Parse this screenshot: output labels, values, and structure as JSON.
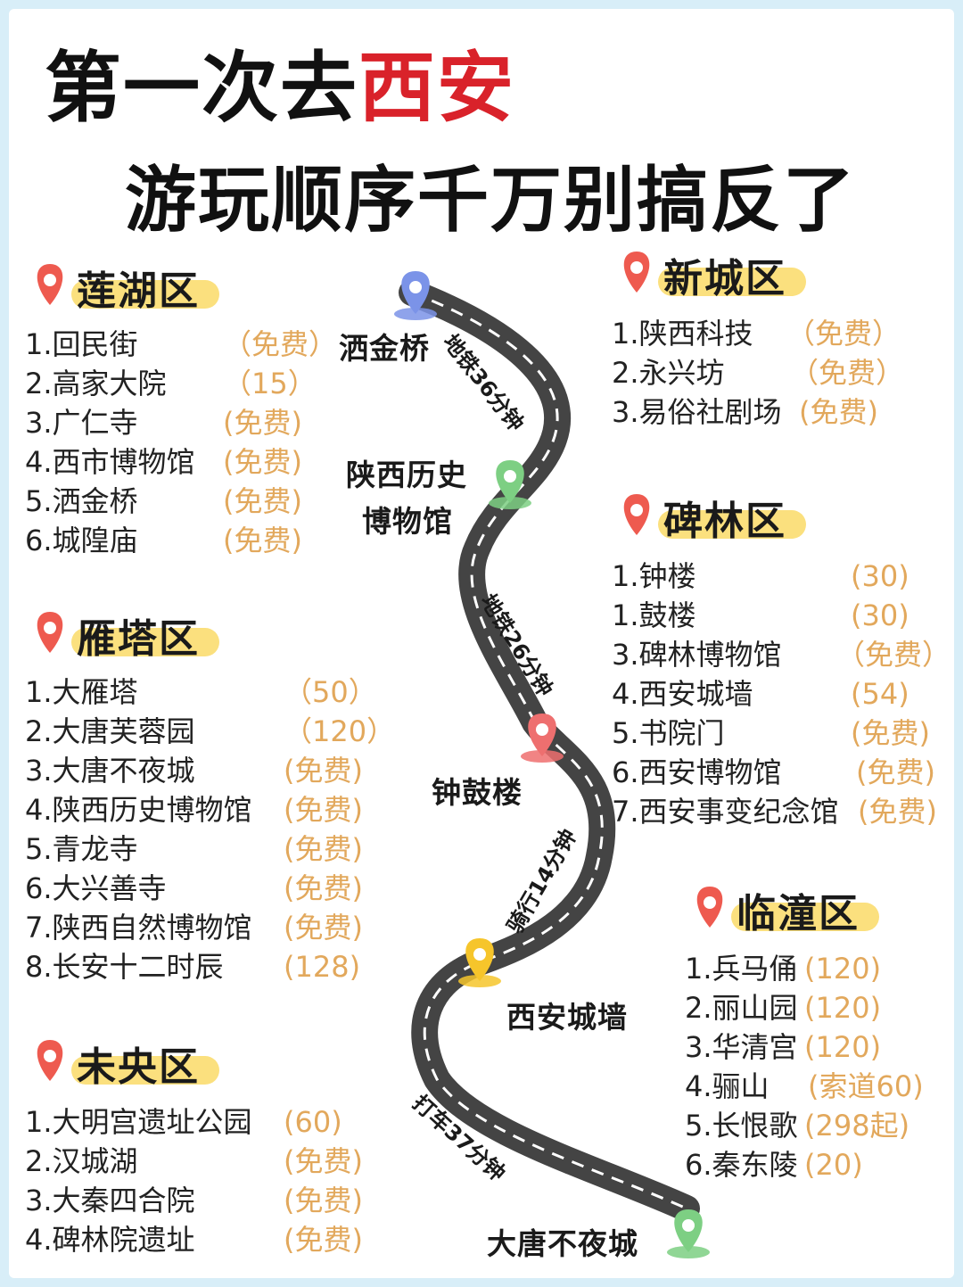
{
  "title": {
    "line1_prefix": "第一次去",
    "line1_city": "西安",
    "line2": "游玩顺序千万别搞反了"
  },
  "colors": {
    "accent_red": "#d9222a",
    "price": "#e2a85c",
    "highlight": "#fbe07e",
    "road": "#444444"
  },
  "districts": {
    "lianhu": {
      "name": "莲湖区",
      "items": [
        {
          "name": "1.回民街",
          "price": "（免费）"
        },
        {
          "name": "2.高家大院",
          "price": "（15）"
        },
        {
          "name": "3.广仁寺",
          "price": "(免费)"
        },
        {
          "name": "4.西市博物馆",
          "price": "(免费)"
        },
        {
          "name": "5.洒金桥",
          "price": "(免费)"
        },
        {
          "name": "6.城隍庙",
          "price": "(免费)"
        }
      ]
    },
    "yanta": {
      "name": "雁塔区",
      "items": [
        {
          "name": "1.大雁塔",
          "price": "（50）"
        },
        {
          "name": "2.大唐芙蓉园",
          "price": "（120）"
        },
        {
          "name": "3.大唐不夜城",
          "price": "(免费)"
        },
        {
          "name": "4.陕西历史博物馆",
          "price": "(免费)"
        },
        {
          "name": "5.青龙寺",
          "price": "(免费)"
        },
        {
          "name": "6.大兴善寺",
          "price": "(免费)"
        },
        {
          "name": "7.陕西自然博物馆",
          "price": "(免费)"
        },
        {
          "name": "8.长安十二时辰",
          "price": "(128)"
        }
      ]
    },
    "weiyang": {
      "name": "未央区",
      "items": [
        {
          "name": "1.大明宫遗址公园",
          "price": "(60)"
        },
        {
          "name": "2.汉城湖",
          "price": "(免费)"
        },
        {
          "name": "3.大秦四合院",
          "price": "(免费)"
        },
        {
          "name": "4.碑林院遗址",
          "price": "(免费)"
        }
      ]
    },
    "xincheng": {
      "name": "新城区",
      "items": [
        {
          "name": "1.陕西科技",
          "price": "（免费）"
        },
        {
          "name": "2.永兴坊",
          "price": "（免费）"
        },
        {
          "name": "3.易俗社剧场",
          "price": "(免费)"
        }
      ]
    },
    "beilin": {
      "name": "碑林区",
      "items": [
        {
          "name": "1.钟楼",
          "price": "(30)"
        },
        {
          "name": "1.鼓楼",
          "price": "(30)"
        },
        {
          "name": "3.碑林博物馆",
          "price": "（免费）"
        },
        {
          "name": "4.西安城墙",
          "price": "(54)"
        },
        {
          "name": "5.书院门",
          "price": "(免费)"
        },
        {
          "name": "6.西安博物馆",
          "price": "(免费)"
        },
        {
          "name": "7.西安事变纪念馆",
          "price": "(免费)"
        }
      ]
    },
    "lintong": {
      "name": "临潼区",
      "items": [
        {
          "name": "1.兵马俑",
          "price": "(120)"
        },
        {
          "name": "2.丽山园",
          "price": "(120)"
        },
        {
          "name": "3.华清宫",
          "price": "(120)"
        },
        {
          "name": "4.骊山",
          "price": "(索道60)"
        },
        {
          "name": "5.长恨歌",
          "price": "(298起)"
        },
        {
          "name": "6.秦东陵",
          "price": "(20)"
        }
      ]
    }
  },
  "route": {
    "stops": {
      "sajinqiao": "洒金桥",
      "museum_line1": "陕西历史",
      "museum_line2": "博物馆",
      "zhonggulou": "钟鼓楼",
      "chengqiang": "西安城墙",
      "datang": "大唐不夜城"
    },
    "segments": {
      "s1": "地铁36分钟",
      "s2": "地铁26分钟",
      "s3": "骑行14分钟",
      "s4": "打车37分钟"
    },
    "pin_colors": {
      "blue": "#7b93e8",
      "green": "#7dcf83",
      "red": "#ee6f6f",
      "yellow": "#f6c52b"
    }
  }
}
